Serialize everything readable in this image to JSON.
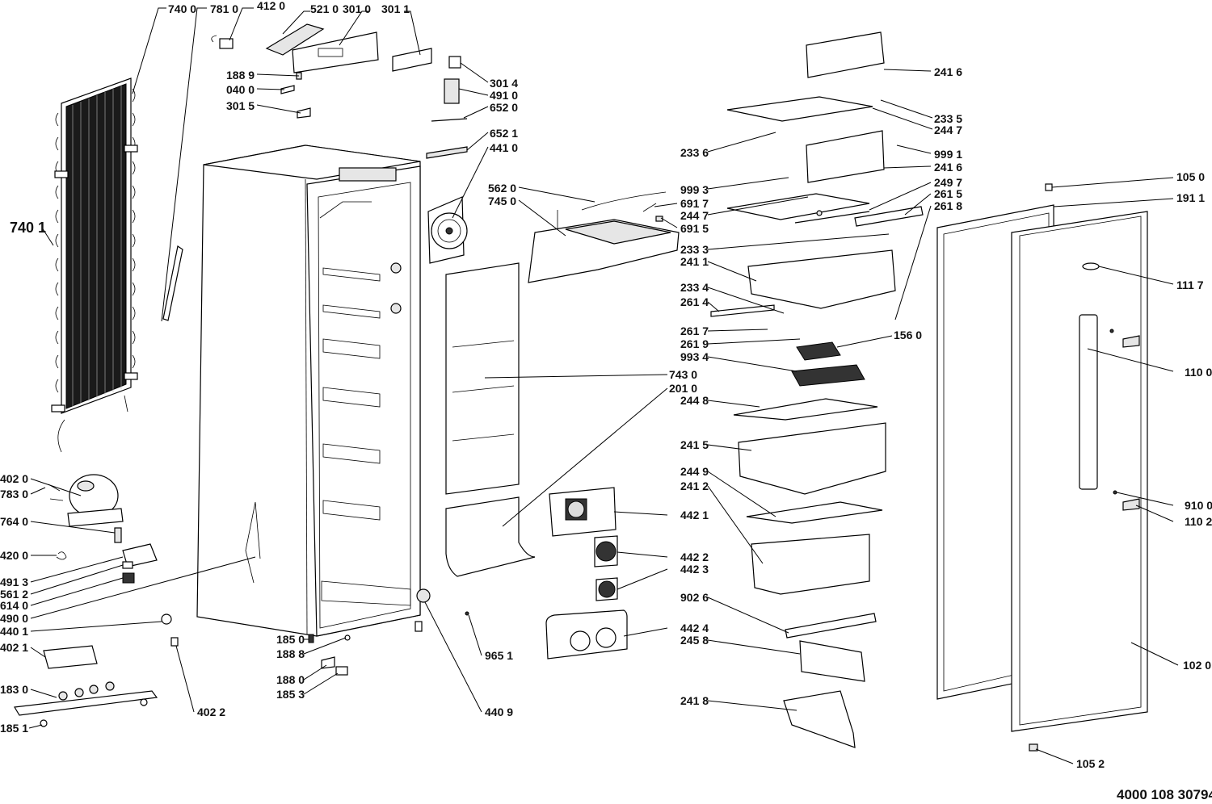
{
  "drawing_code": "4000 108 30794",
  "labels": [
    {
      "id": "l7400",
      "text": "740 0"
    },
    {
      "id": "l7810",
      "text": "781 0"
    },
    {
      "id": "l4120",
      "text": "412 0"
    },
    {
      "id": "l5210",
      "text": "521 0"
    },
    {
      "id": "l3010",
      "text": "301 0"
    },
    {
      "id": "l3011",
      "text": "301 1"
    },
    {
      "id": "l1889",
      "text": "188 9"
    },
    {
      "id": "l0400",
      "text": "040 0"
    },
    {
      "id": "l3015",
      "text": "301 5"
    },
    {
      "id": "l3014",
      "text": "301 4"
    },
    {
      "id": "l4910",
      "text": "491 0"
    },
    {
      "id": "l6520",
      "text": "652 0"
    },
    {
      "id": "l6521",
      "text": "652 1"
    },
    {
      "id": "l4410",
      "text": "441 0"
    },
    {
      "id": "l5620",
      "text": "562 0"
    },
    {
      "id": "l7450",
      "text": "745 0"
    },
    {
      "id": "l7401",
      "text": "740 1"
    },
    {
      "id": "l2416a",
      "text": "241 6"
    },
    {
      "id": "l2335",
      "text": "233 5"
    },
    {
      "id": "l2447a",
      "text": "244 7"
    },
    {
      "id": "l2336",
      "text": "233 6"
    },
    {
      "id": "l9991",
      "text": "999 1"
    },
    {
      "id": "l2416b",
      "text": "241 6"
    },
    {
      "id": "l9993",
      "text": "999 3"
    },
    {
      "id": "l2497",
      "text": "249 7"
    },
    {
      "id": "l6917",
      "text": "691 7"
    },
    {
      "id": "l2447b",
      "text": "244 7"
    },
    {
      "id": "l2615",
      "text": "261 5"
    },
    {
      "id": "l2618",
      "text": "261 8"
    },
    {
      "id": "l6915",
      "text": "691 5"
    },
    {
      "id": "l1050",
      "text": "105 0"
    },
    {
      "id": "l1911",
      "text": "191 1"
    },
    {
      "id": "l2333",
      "text": "233 3"
    },
    {
      "id": "l2411",
      "text": "241 1"
    },
    {
      "id": "l1117",
      "text": "111 7"
    },
    {
      "id": "l2334",
      "text": "233 4"
    },
    {
      "id": "l2614",
      "text": "261 4"
    },
    {
      "id": "l2617",
      "text": "261 7"
    },
    {
      "id": "l1560",
      "text": "156 0"
    },
    {
      "id": "l2619",
      "text": "261 9"
    },
    {
      "id": "l9934",
      "text": "993 4"
    },
    {
      "id": "l1100",
      "text": "110 0"
    },
    {
      "id": "l7430",
      "text": "743 0"
    },
    {
      "id": "l2010",
      "text": "201 0"
    },
    {
      "id": "l2448",
      "text": "244 8"
    },
    {
      "id": "l2415",
      "text": "241 5"
    },
    {
      "id": "l4020",
      "text": "402 0"
    },
    {
      "id": "l7830",
      "text": "783 0"
    },
    {
      "id": "l2449",
      "text": "244 9"
    },
    {
      "id": "l2412",
      "text": "241 2"
    },
    {
      "id": "l9100",
      "text": "910 0"
    },
    {
      "id": "l4421",
      "text": "442 1"
    },
    {
      "id": "l1102",
      "text": "110 2"
    },
    {
      "id": "l7640",
      "text": "764 0"
    },
    {
      "id": "l4200",
      "text": "420 0"
    },
    {
      "id": "l4422",
      "text": "442 2"
    },
    {
      "id": "l4423",
      "text": "442 3"
    },
    {
      "id": "l4913",
      "text": "491 3"
    },
    {
      "id": "l5612",
      "text": "561 2"
    },
    {
      "id": "l6140",
      "text": "614 0"
    },
    {
      "id": "l4900",
      "text": "490 0"
    },
    {
      "id": "l9026",
      "text": "902 6"
    },
    {
      "id": "l4401",
      "text": "440 1"
    },
    {
      "id": "l4424",
      "text": "442 4"
    },
    {
      "id": "l2458",
      "text": "245 8"
    },
    {
      "id": "l1850",
      "text": "185 0"
    },
    {
      "id": "l1888",
      "text": "188 8"
    },
    {
      "id": "l4021",
      "text": "402 1"
    },
    {
      "id": "l9651",
      "text": "965 1"
    },
    {
      "id": "l1020",
      "text": "102 0"
    },
    {
      "id": "l1880",
      "text": "188 0"
    },
    {
      "id": "l1830",
      "text": "183 0"
    },
    {
      "id": "l1853",
      "text": "185 3"
    },
    {
      "id": "l2418",
      "text": "241 8"
    },
    {
      "id": "l4022",
      "text": "402 2"
    },
    {
      "id": "l4409",
      "text": "440 9"
    },
    {
      "id": "l1851",
      "text": "185 1"
    },
    {
      "id": "l1052",
      "text": "105 2"
    }
  ]
}
